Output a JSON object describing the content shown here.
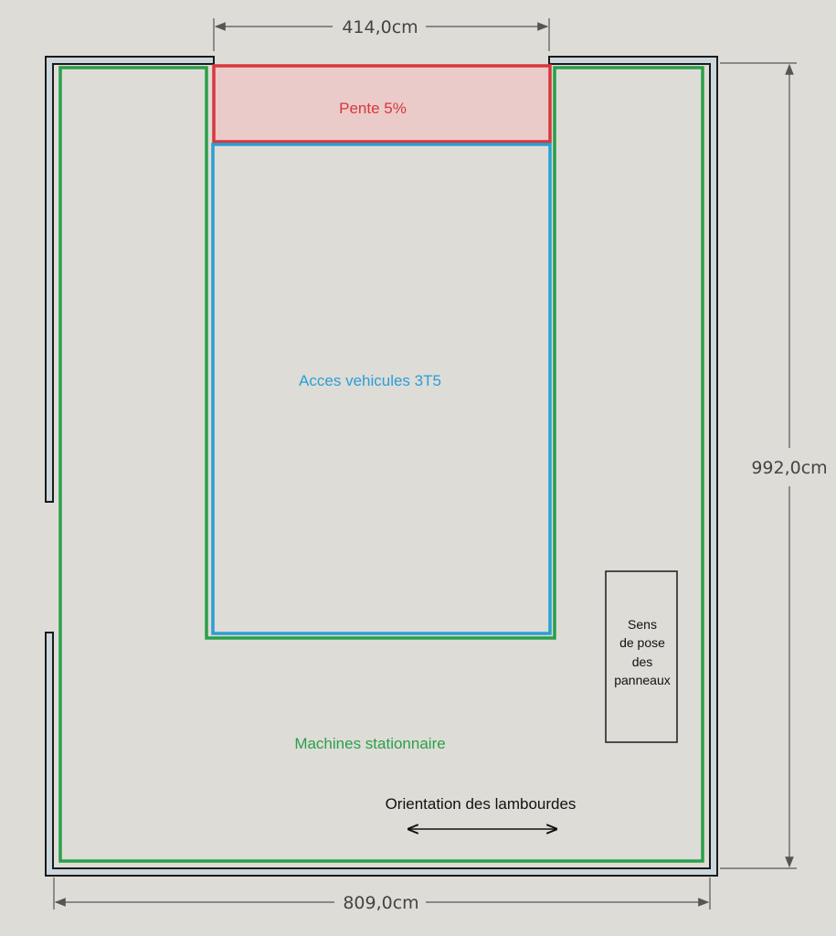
{
  "dimensions": {
    "top_width": "414,0cm",
    "bottom_width": "809,0cm",
    "right_height": "992,0cm"
  },
  "zones": {
    "slope": "Pente 5%",
    "vehicle_access": "Acces vehicules 3T5",
    "stationary_machines": "Machines stationnaire"
  },
  "panel_note": [
    "Sens",
    "de pose",
    "des",
    "panneaux"
  ],
  "joist_orientation": "Orientation  des lambourdes",
  "colors": {
    "background": "#dedcd7",
    "wall_fill": "#ccd6dd",
    "wall_stroke": "#1b1b1b",
    "slope": "#d9363a",
    "slope_fill": "#eacbca",
    "vehicle_access": "#2a9fd6",
    "stationary_machines": "#2aa04a",
    "dimension_line": "#555555"
  }
}
